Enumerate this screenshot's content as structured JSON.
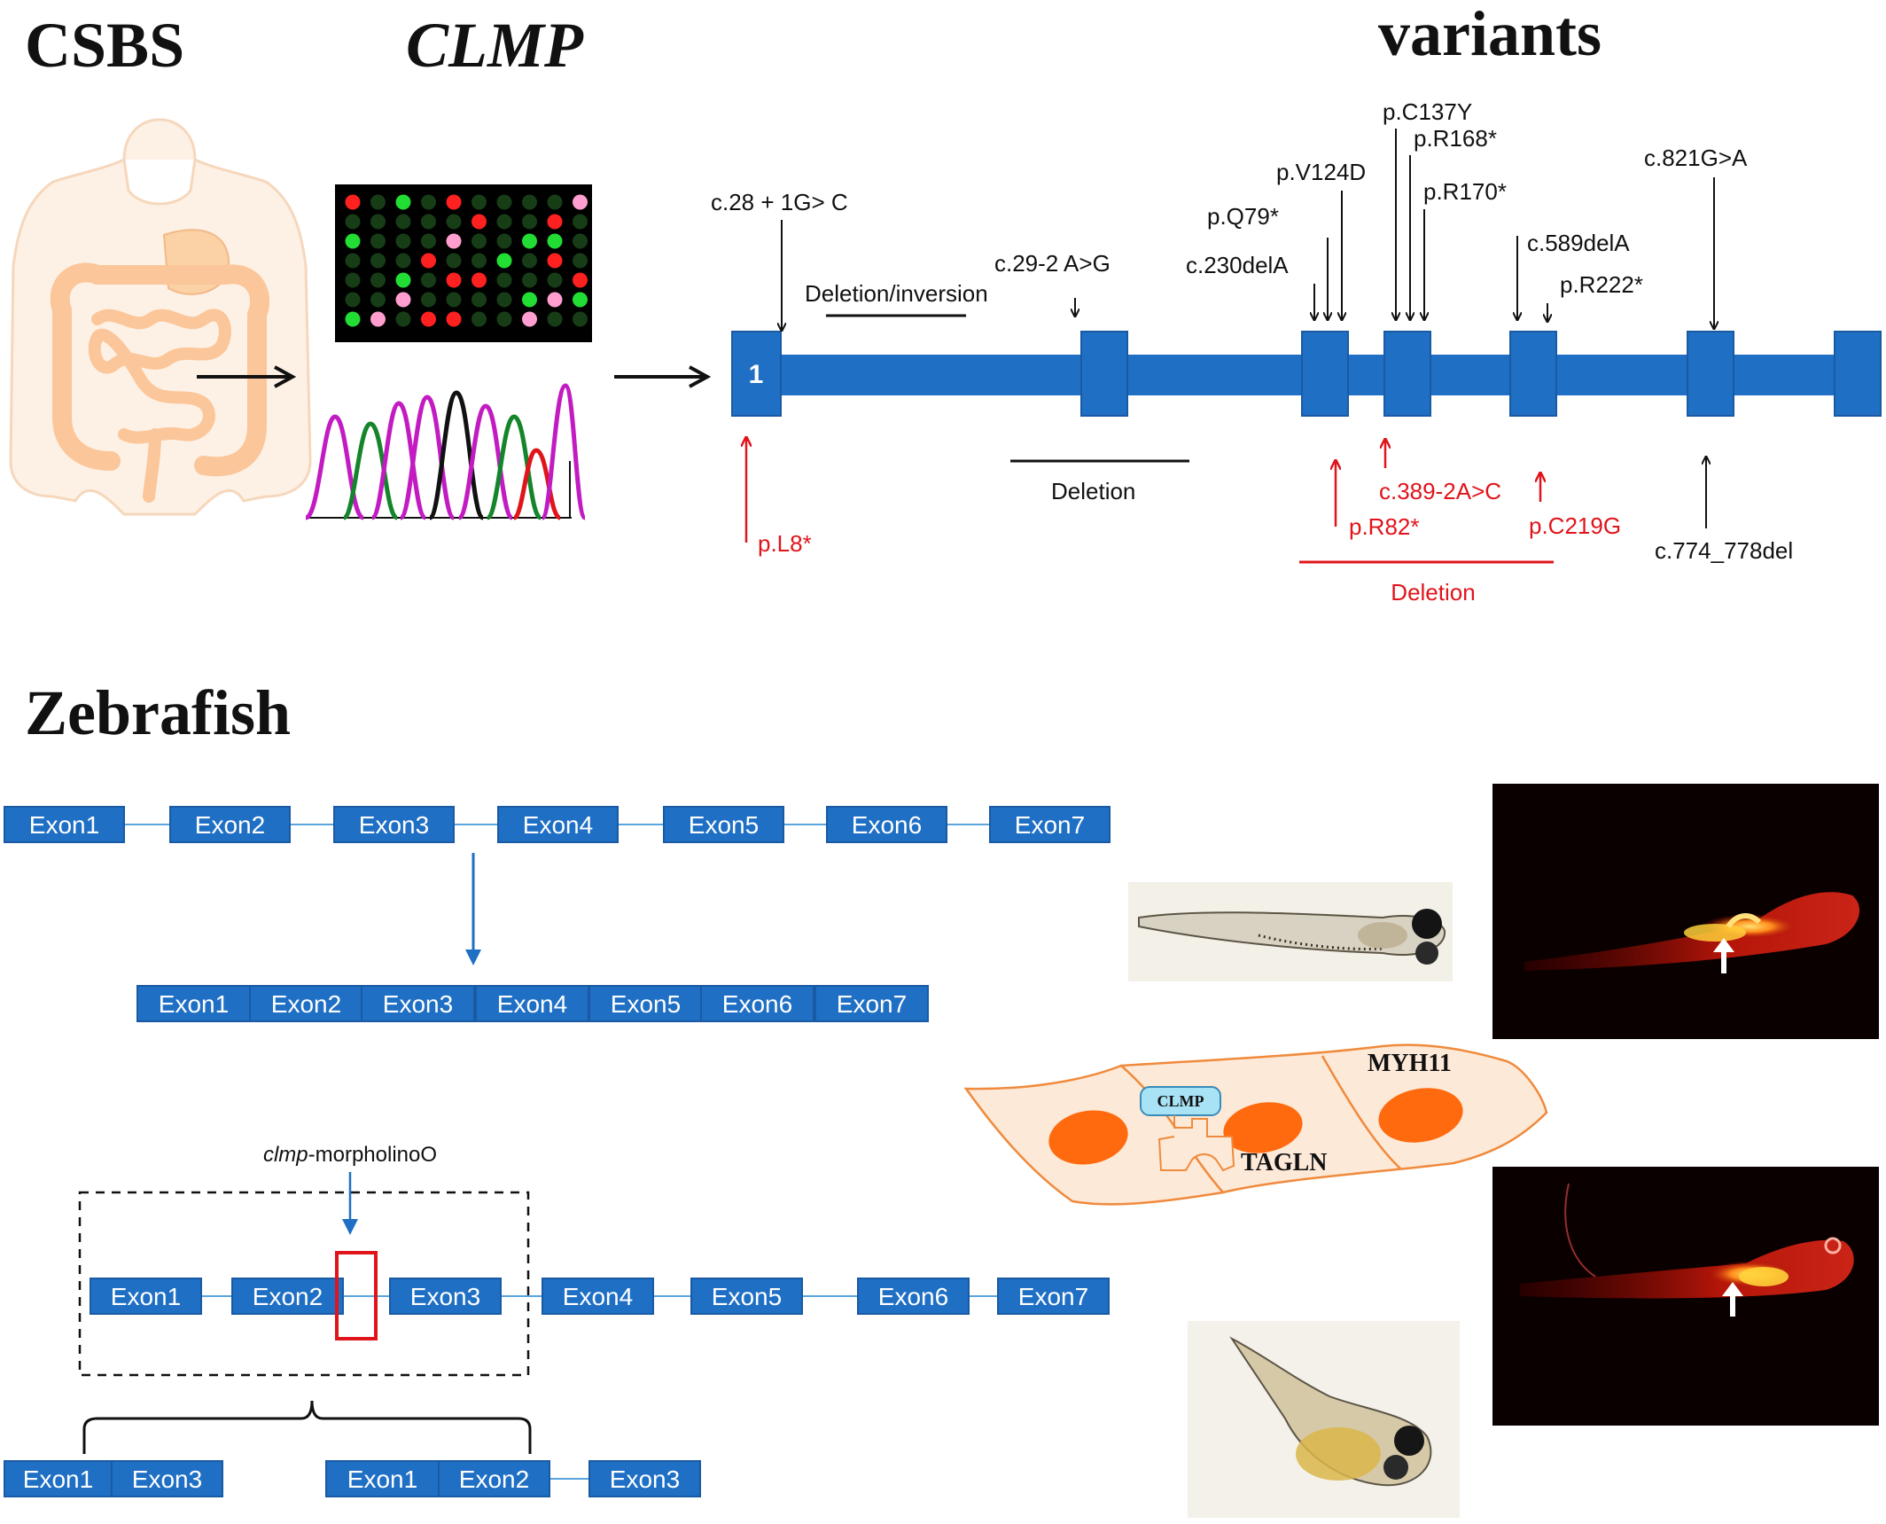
{
  "headers": {
    "csbs": "CSBS",
    "clmp": "CLMP",
    "variants": "variants",
    "zebrafish": "Zebrafish"
  },
  "gene": {
    "exon1_number": "1",
    "variants_above": [
      "c.28 + 1G> C",
      "Deletion/inversion",
      "c.29-2 A>G",
      "c.230delA",
      "p.Q79*",
      "p.V124D",
      "p.C137Y",
      "p.R168*",
      "p.R170*",
      "c.589delA",
      "p.R222*",
      "c.821G>A"
    ],
    "variants_below_black": [
      "Deletion",
      "c.774_778del"
    ],
    "variants_below_red": [
      "p.L8*",
      "p.R82*",
      "c.389-2A>C",
      "p.C219G",
      "Deletion"
    ]
  },
  "zebrafish": {
    "exons": [
      "Exon1",
      "Exon2",
      "Exon3",
      "Exon4",
      "Exon5",
      "Exon6",
      "Exon7"
    ],
    "morpholino_italic": "clmp",
    "morpholino_rest": "-morpholinoO",
    "splice_products": {
      "left": [
        "Exon1",
        "Exon3"
      ],
      "right": [
        "Exon1",
        "Exon2",
        "Exon3"
      ]
    },
    "cell": {
      "clmp": "CLMP",
      "tagln": "TAGLN",
      "myh11": "MYH11"
    }
  },
  "colors": {
    "exon_blue": "#1f6fc5",
    "exon_border": "#1a5aa3",
    "red": "#e0141b",
    "cell_fill": "#fde9d8",
    "cell_stroke": "#f08a3c",
    "nucleus": "#ff6a0f",
    "clmp_fill": "#a8e3f5",
    "fluor_bg": "#0a0000"
  }
}
